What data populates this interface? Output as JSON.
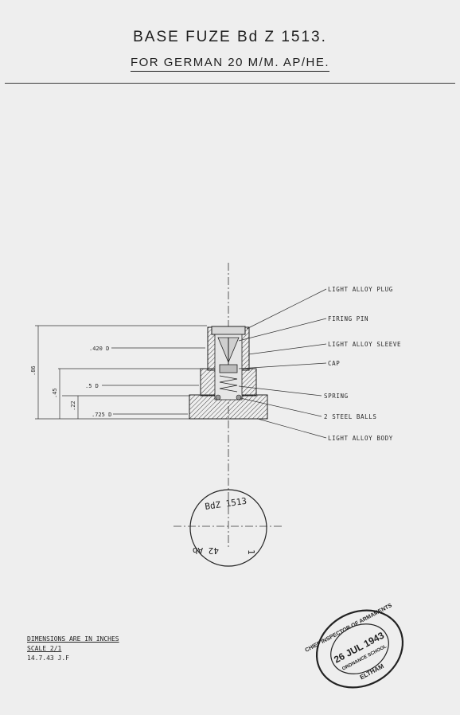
{
  "title": {
    "main": "BASE  FUZE  Bd  Z 1513.",
    "sub": "FOR  GERMAN  20 M/M. AP/HE."
  },
  "callouts": [
    {
      "id": "plug",
      "text": "LIGHT ALLOY PLUG"
    },
    {
      "id": "pin",
      "text": "FIRING PIN"
    },
    {
      "id": "sleeve",
      "text": "LIGHT ALLOY SLEEVE"
    },
    {
      "id": "cap",
      "text": "CAP"
    },
    {
      "id": "spring",
      "text": "SPRING"
    },
    {
      "id": "balls",
      "text": "2 STEEL BALLS"
    },
    {
      "id": "body",
      "text": "LIGHT ALLOY BODY"
    }
  ],
  "dimensions": {
    "d1": ".420 D",
    "d2": ".5 D",
    "d3": ".725 D",
    "h1": ".86",
    "h2": ".45",
    "h3": ".22"
  },
  "base_marking": {
    "line1": "BdZ 1513",
    "line2": "42 Ab",
    "mark": "1"
  },
  "notes": {
    "line1": "DIMENSIONS  ARE  IN  INCHES",
    "line2": "SCALE  2/1",
    "line3": "14.7.43       J.F"
  },
  "stamp": {
    "top": "CHIEF INSPECTOR OF ARMAMENTS",
    "date": "26 JUL 1943",
    "school": "ORDNANCE SCHOOL",
    "bottom": "ELTHAM"
  }
}
